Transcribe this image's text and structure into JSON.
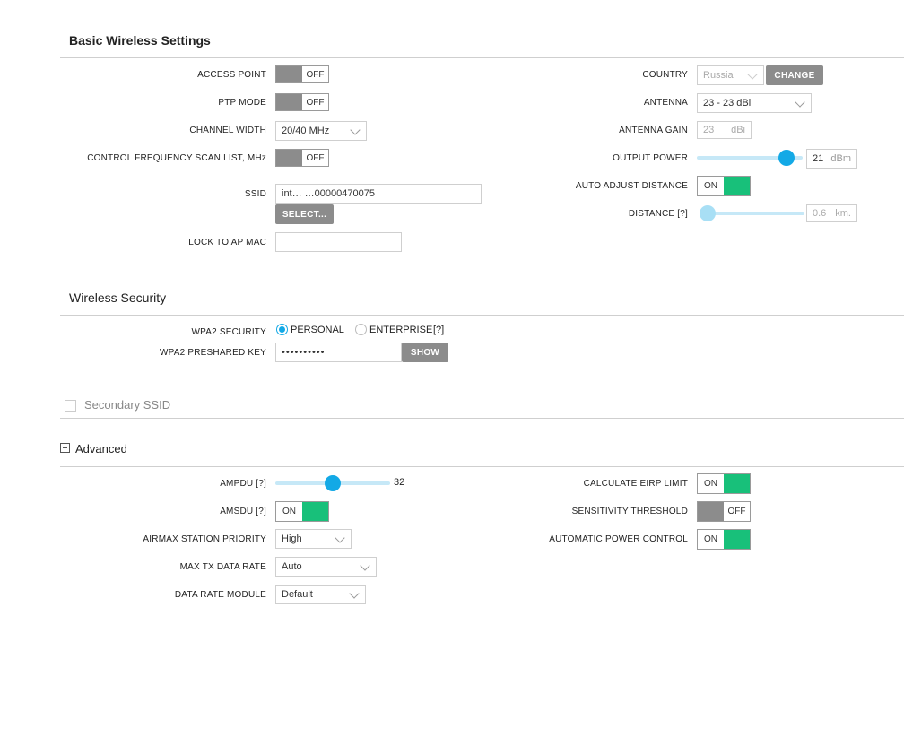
{
  "basic": {
    "title": "Basic Wireless Settings",
    "access_point": {
      "label": "ACCESS POINT",
      "state": "OFF"
    },
    "ptp_mode": {
      "label": "PTP MODE",
      "state": "OFF"
    },
    "channel_width": {
      "label": "CHANNEL WIDTH",
      "value": "20/40 MHz"
    },
    "control_freq": {
      "label": "CONTROL FREQUENCY SCAN LIST, MHz",
      "state": "OFF"
    },
    "ssid": {
      "label": "SSID",
      "value": "int…   …00000470075",
      "select_label": "SELECT..."
    },
    "lock_ap": {
      "label": "LOCK TO AP MAC",
      "value": ""
    },
    "country": {
      "label": "COUNTRY",
      "value": "Russia",
      "change_label": "CHANGE"
    },
    "antenna": {
      "label": "ANTENNA",
      "value": "23 - 23 dBi"
    },
    "antenna_gain": {
      "label": "ANTENNA GAIN",
      "value": "23",
      "unit": "dBi"
    },
    "output_power": {
      "label": "OUTPUT POWER",
      "value": "21",
      "unit": "dBm",
      "level": 0.8
    },
    "auto_adjust": {
      "label": "AUTO ADJUST DISTANCE",
      "state": "ON"
    },
    "distance": {
      "label": "DISTANCE [?]",
      "value": "0.6",
      "unit": "km.",
      "level": 0.05
    }
  },
  "security": {
    "title": "Wireless Security",
    "wpa2_label": "WPA2 SECURITY",
    "personal_label": "PERSONAL",
    "enterprise_label": "ENTERPRISE",
    "help": "[?]",
    "key_label": "WPA2 PRESHARED KEY",
    "key_value": "••••••••••",
    "show_label": "SHOW"
  },
  "secondary": {
    "title": "Secondary SSID"
  },
  "advanced": {
    "title": "Advanced",
    "ampdu": {
      "label": "AMPDU [?]",
      "value": "32",
      "level": 0.5
    },
    "amsdu": {
      "label": "AMSDU [?]",
      "state": "ON"
    },
    "airmax_priority": {
      "label": "AIRMAX STATION PRIORITY",
      "value": "High"
    },
    "max_tx": {
      "label": "MAX TX DATA RATE",
      "value": "Auto"
    },
    "data_rate_module": {
      "label": "DATA RATE MODULE",
      "value": "Default"
    },
    "eirp": {
      "label": "CALCULATE EIRP LIMIT",
      "state": "ON"
    },
    "sensitivity": {
      "label": "SENSITIVITY THRESHOLD",
      "state": "OFF"
    },
    "apc": {
      "label": "AUTOMATIC POWER CONTROL",
      "state": "ON"
    }
  },
  "colors": {
    "accent": "#13a9e6",
    "on_green": "#18c07a",
    "off_gray": "#8c8c8c"
  }
}
